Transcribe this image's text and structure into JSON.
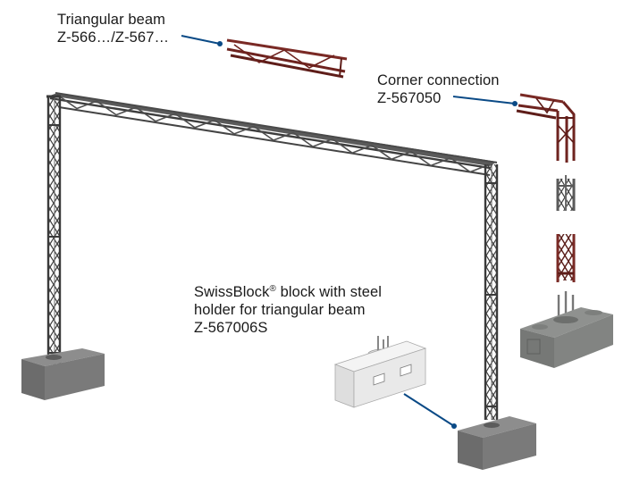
{
  "diagram": {
    "title": "Triangular truss gantry with SwissBlock bases",
    "colors": {
      "truss_assembled": "#4f4f4f",
      "truss_highlight": "#7a2a25",
      "truss_exploded_grey": "#666666",
      "block_dark": "#7d7d7d",
      "block_light": "#e8e8e8",
      "leader_line": "#0a4a86"
    },
    "callouts": [
      {
        "id": "triangular-beam",
        "lines": [
          "Triangular beam",
          "Z-566…/Z-567…"
        ],
        "target": "red triangular beam segment"
      },
      {
        "id": "corner-connection",
        "lines": [
          "Corner connection",
          "Z-567050"
        ],
        "target": "red corner connection piece"
      },
      {
        "id": "swissblock",
        "line1_prefix": "SwissBlock",
        "line1_reg": "®",
        "line1_suffix": " block with steel",
        "line2": "holder for triangular beam",
        "line3": "Z-567006S",
        "target": "concrete block base under right post"
      }
    ]
  }
}
